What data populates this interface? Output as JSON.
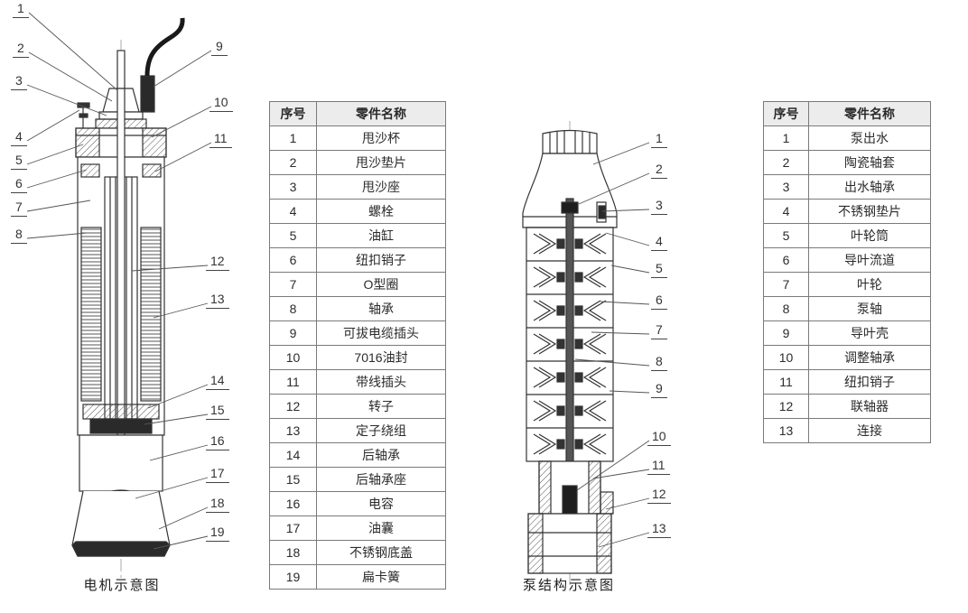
{
  "colors": {
    "line": "#333333",
    "table_header_bg": "#ececec"
  },
  "motor": {
    "caption": "电机示意图",
    "callouts": [
      "1",
      "2",
      "3",
      "4",
      "5",
      "6",
      "7",
      "8",
      "9",
      "10",
      "11",
      "12",
      "13",
      "14",
      "15",
      "16",
      "17",
      "18",
      "19"
    ]
  },
  "motor_table": {
    "headers": [
      "序号",
      "零件名称"
    ],
    "rows": [
      [
        "1",
        "甩沙杯"
      ],
      [
        "2",
        "甩沙垫片"
      ],
      [
        "3",
        "甩沙座"
      ],
      [
        "4",
        "螺栓"
      ],
      [
        "5",
        "油缸"
      ],
      [
        "6",
        "纽扣销子"
      ],
      [
        "7",
        "O型圈"
      ],
      [
        "8",
        "轴承"
      ],
      [
        "9",
        "可拔电缆插头"
      ],
      [
        "10",
        "7016油封"
      ],
      [
        "11",
        "带线插头"
      ],
      [
        "12",
        "转子"
      ],
      [
        "13",
        "定子绕组"
      ],
      [
        "14",
        "后轴承"
      ],
      [
        "15",
        "后轴承座"
      ],
      [
        "16",
        "电容"
      ],
      [
        "17",
        "油囊"
      ],
      [
        "18",
        "不锈钢底盖"
      ],
      [
        "19",
        "扁卡簧"
      ]
    ]
  },
  "pump": {
    "caption": "泵结构示意图",
    "callouts": [
      "1",
      "2",
      "3",
      "4",
      "5",
      "6",
      "7",
      "8",
      "9",
      "10",
      "11",
      "12",
      "13"
    ]
  },
  "pump_table": {
    "headers": [
      "序号",
      "零件名称"
    ],
    "rows": [
      [
        "1",
        "泵出水"
      ],
      [
        "2",
        "陶瓷轴套"
      ],
      [
        "3",
        "出水轴承"
      ],
      [
        "4",
        "不锈钢垫片"
      ],
      [
        "5",
        "叶轮筒"
      ],
      [
        "6",
        "导叶流道"
      ],
      [
        "7",
        "叶轮"
      ],
      [
        "8",
        "泵轴"
      ],
      [
        "9",
        "导叶壳"
      ],
      [
        "10",
        "调整轴承"
      ],
      [
        "11",
        "纽扣销子"
      ],
      [
        "12",
        "联轴器"
      ],
      [
        "13",
        "连接"
      ]
    ]
  }
}
